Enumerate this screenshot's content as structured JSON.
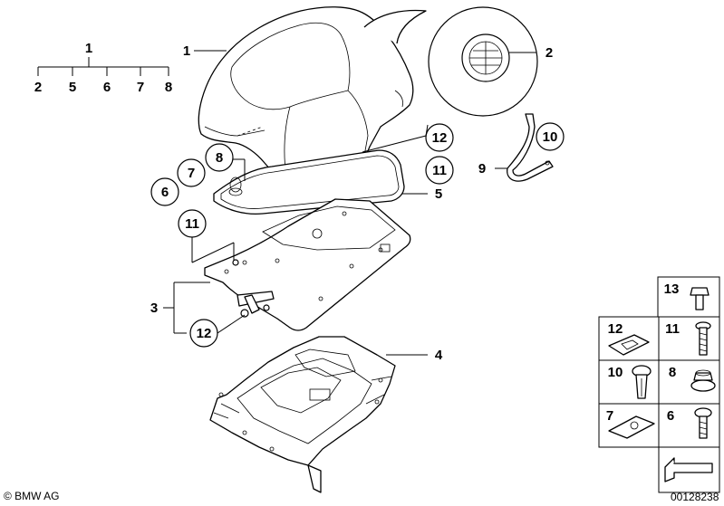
{
  "diagram": {
    "callout_tree": {
      "root": "1",
      "children": [
        "2",
        "5",
        "6",
        "7",
        "8"
      ]
    },
    "callouts": {
      "c1": "1",
      "c2": "2",
      "c3": "3",
      "c4": "4",
      "c5": "5",
      "c6": "6",
      "c7": "7",
      "c8": "8",
      "c9": "9",
      "c10": "10",
      "c11a": "11",
      "c11b": "11",
      "c12a": "12",
      "c12b": "12"
    },
    "parts_table": [
      {
        "label": "13"
      },
      {
        "label": "12"
      },
      {
        "label": "11"
      },
      {
        "label": "10"
      },
      {
        "label": "8"
      },
      {
        "label": "7"
      },
      {
        "label": "6"
      }
    ],
    "copyright": "© BMW AG",
    "diagram_number": "00128238"
  }
}
